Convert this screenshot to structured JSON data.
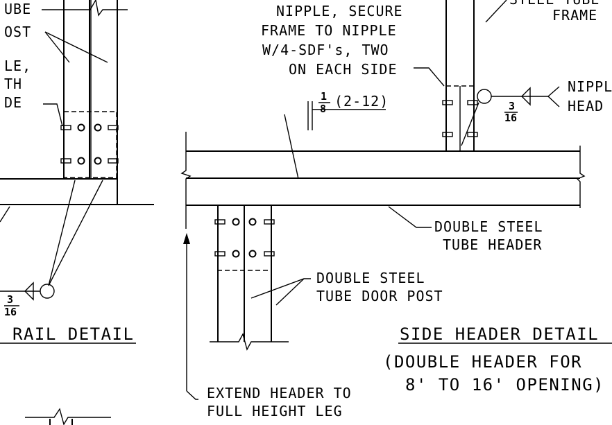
{
  "drawing": {
    "left_labels": {
      "tube": "UBE",
      "post": "OST",
      "le": "LE,",
      "th": "TH",
      "de": "DE"
    },
    "left_weld_size": {
      "num": "3",
      "den": "16"
    },
    "left_title": "RAIL DETAIL",
    "nipple_note": [
      "NIPPLE, SECURE",
      "FRAME TO NIPPLE",
      "W/4-SDF's, TWO",
      "ON EACH SIDE"
    ],
    "top_right_labels": [
      "STEEL TUBE",
      "FRAME"
    ],
    "nipple_head_labels": [
      "NIPPL",
      "HEAD"
    ],
    "right_weld_size": {
      "num": "3",
      "den": "16"
    },
    "fillet_weld_note": {
      "num": "1",
      "den": "8",
      "text": "(2-12)"
    },
    "header_label": [
      "DOUBLE STEEL",
      "TUBE HEADER"
    ],
    "door_post_label": [
      "DOUBLE STEEL",
      "TUBE DOOR POST"
    ],
    "main_title": "SIDE HEADER DETAIL",
    "subtitle": [
      "(DOUBLE HEADER FOR",
      "8' TO 16' OPENING)"
    ],
    "extend_note": [
      "EXTEND HEADER TO",
      "FULL HEIGHT LEG"
    ]
  }
}
